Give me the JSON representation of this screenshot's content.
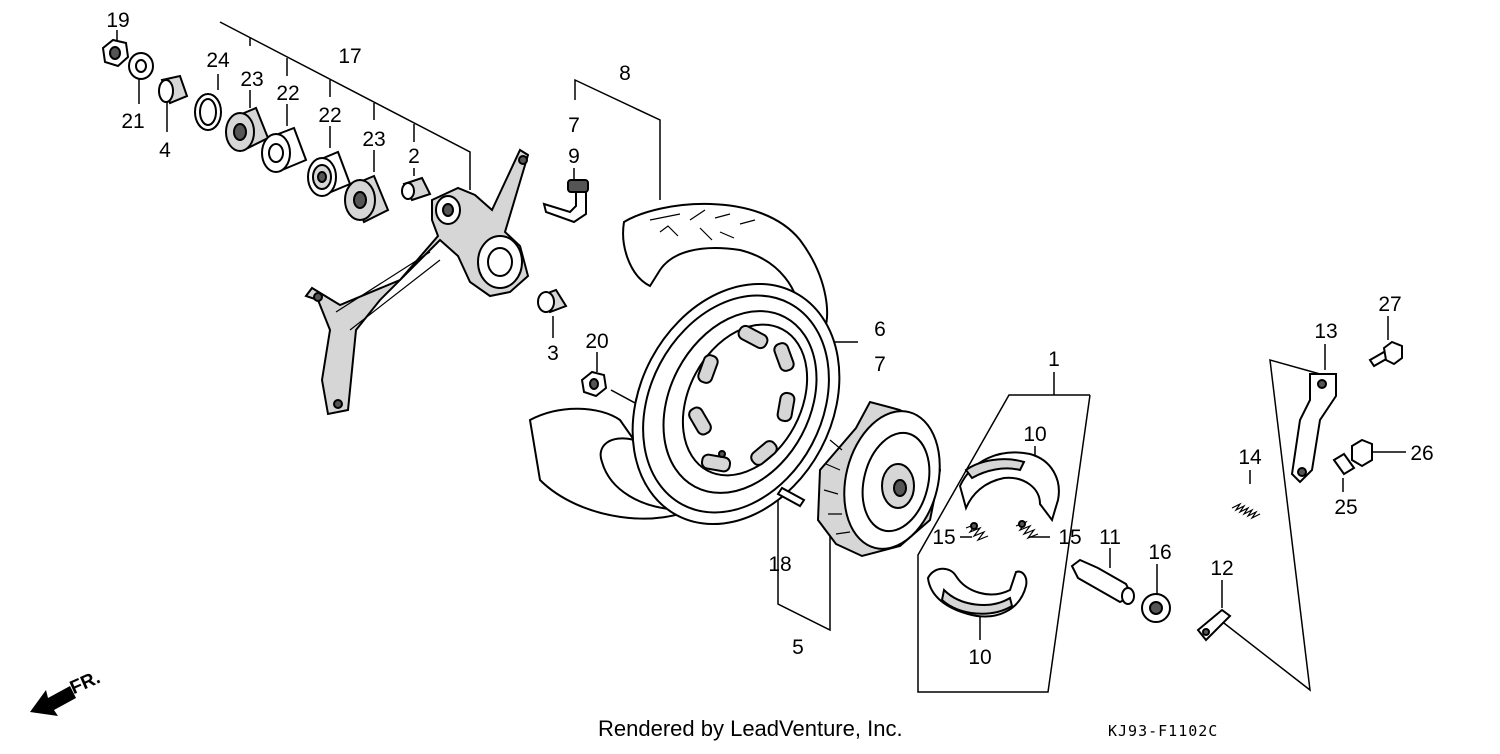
{
  "footer": {
    "rendered_by": "Rendered by LeadVenture, Inc.",
    "diagram_code": "KJ93-F1102C"
  },
  "callouts": {
    "c1": "1",
    "c2": "2",
    "c3": "3",
    "c4": "4",
    "c5": "5",
    "c6": "6",
    "c7a": "7",
    "c7b": "7",
    "c8": "8",
    "c9": "9",
    "c10a": "10",
    "c10b": "10",
    "c11": "11",
    "c12": "12",
    "c13": "13",
    "c14": "14",
    "c15a": "15",
    "c15b": "15",
    "c16": "16",
    "c17": "17",
    "c18": "18",
    "c19": "19",
    "c20": "20",
    "c21": "21",
    "c22a": "22",
    "c22b": "22",
    "c23a": "23",
    "c23b": "23",
    "c24": "24",
    "c25": "25",
    "c26": "26",
    "c27": "27"
  },
  "direction_label": "FR.",
  "colors": {
    "ink": "#000000",
    "paper": "#ffffff",
    "shade": "#d6d6d6"
  }
}
